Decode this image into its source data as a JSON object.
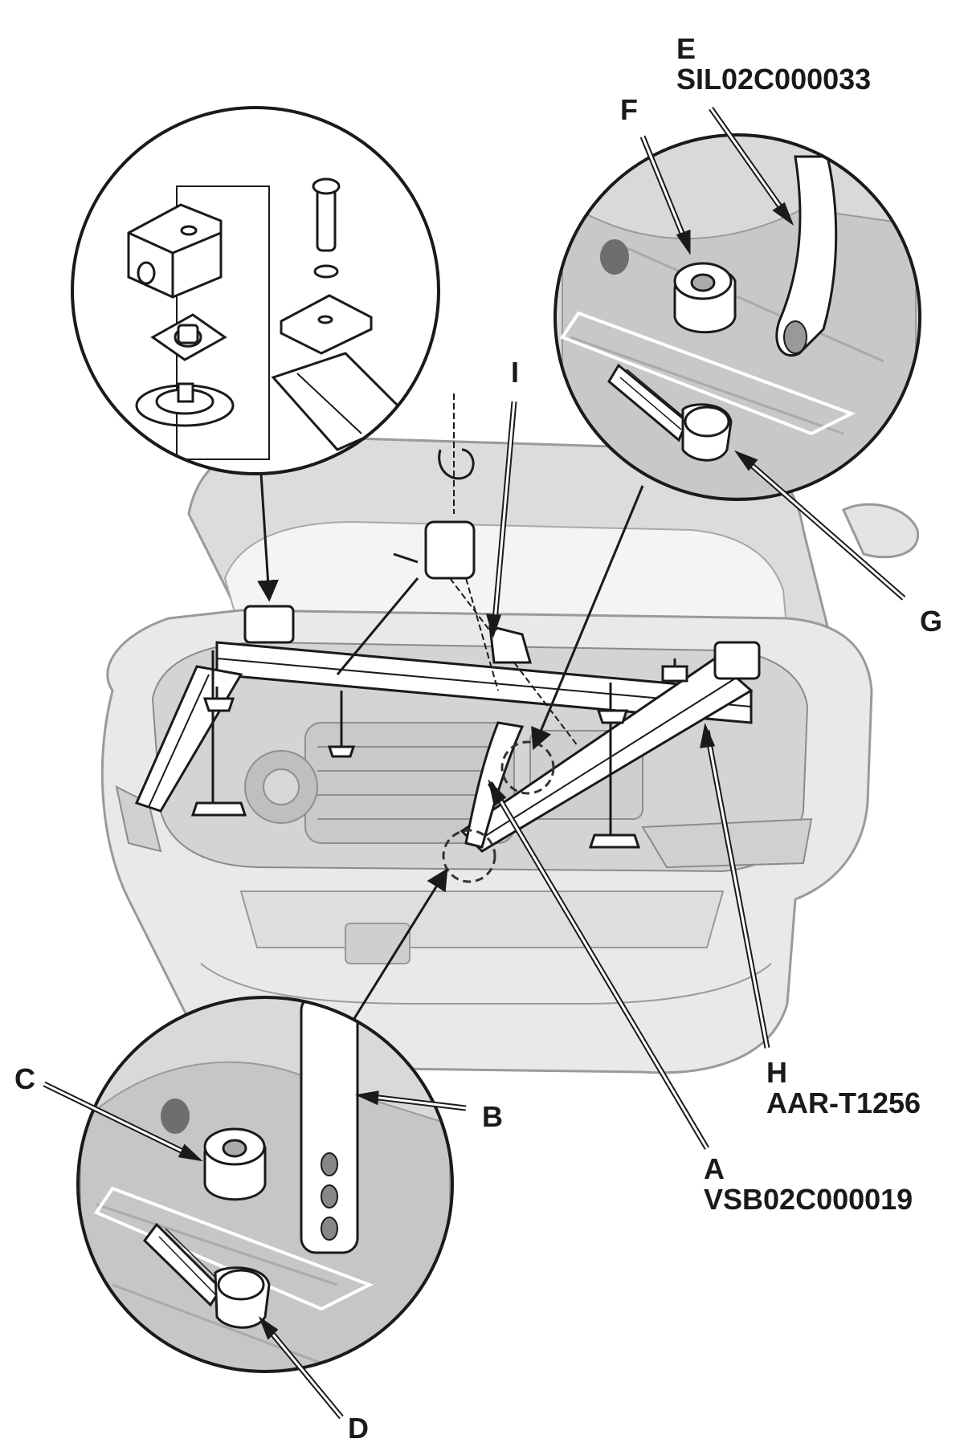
{
  "diagram": {
    "callouts": [
      {
        "id": "A",
        "letter": "A",
        "part_number": "VSB02C000019"
      },
      {
        "id": "B",
        "letter": "B",
        "part_number": ""
      },
      {
        "id": "C",
        "letter": "C",
        "part_number": ""
      },
      {
        "id": "D",
        "letter": "D",
        "part_number": ""
      },
      {
        "id": "E",
        "letter": "E",
        "part_number": "SIL02C000033"
      },
      {
        "id": "F",
        "letter": "F",
        "part_number": ""
      },
      {
        "id": "G",
        "letter": "G",
        "part_number": ""
      },
      {
        "id": "H",
        "letter": "H",
        "part_number": "AAR-T1256"
      },
      {
        "id": "I",
        "letter": "I",
        "part_number": ""
      }
    ],
    "colors": {
      "line": "#1a1a1a",
      "car_body": "#e6e6e6",
      "car_shadow": "#bdbdbd",
      "hood_interior": "#f3f3f3",
      "tool": "#ffffff",
      "detail_bg": "#d9d9d9",
      "dashed_circle": "#333333"
    },
    "icons": {
      "hanger": "engine-hanger-icon",
      "chain_hoist": "chain-hoist-icon",
      "bolt": "flange-bolt-icon",
      "collar": "collar-icon",
      "bracket": "hanger-bracket-icon"
    }
  }
}
